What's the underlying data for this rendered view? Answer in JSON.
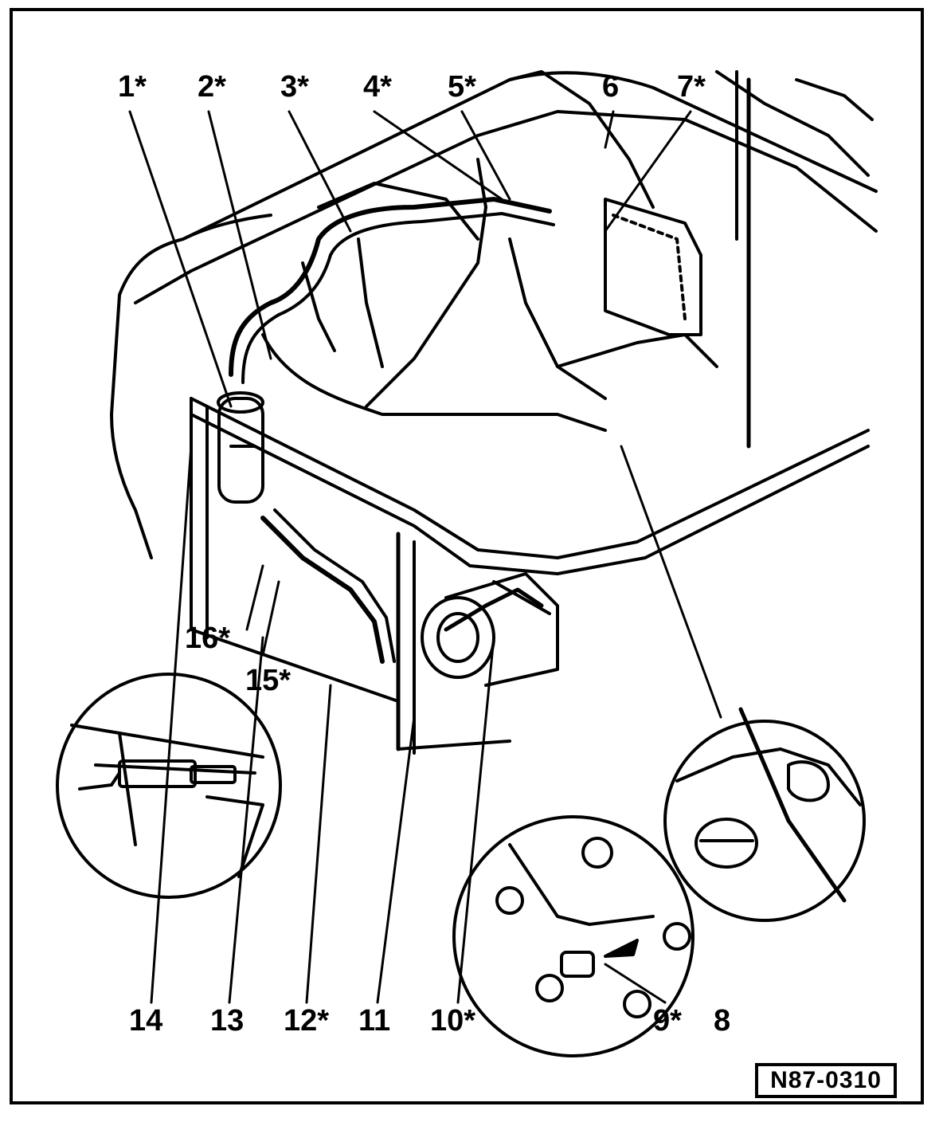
{
  "figure": {
    "reference_code": "N87-0310",
    "callouts": {
      "c1": "1*",
      "c2": "2*",
      "c3": "3*",
      "c4": "4*",
      "c5": "5*",
      "c6": "6",
      "c7": "7*",
      "c8": "8",
      "c9": "9*",
      "c10": "10*",
      "c11": "11",
      "c12": "12*",
      "c13": "13",
      "c14": "14",
      "c15": "15*",
      "c16": "16*"
    }
  }
}
